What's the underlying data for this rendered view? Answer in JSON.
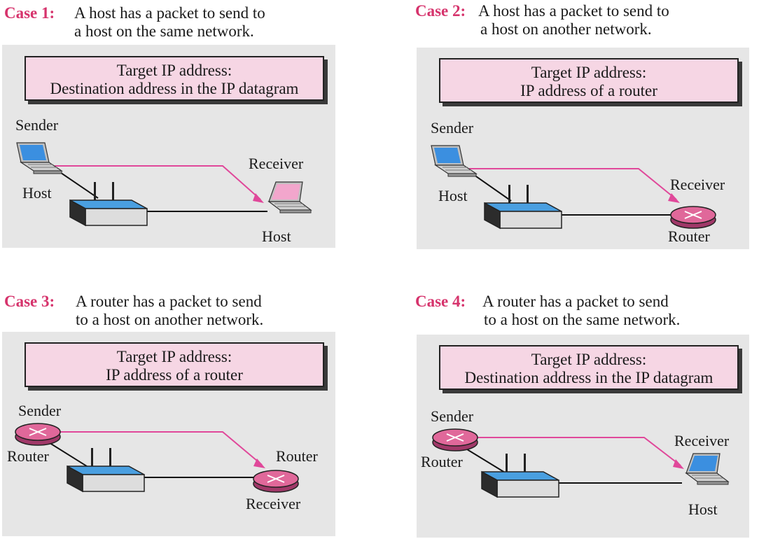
{
  "colors": {
    "panel": "#e6e6e6",
    "target_box": "#f6d6e4",
    "case_label": "#d6336c",
    "arrow": "#e0489a",
    "router": "#e0689a",
    "switch_top": "#4a9fe0",
    "laptop_screen_blue": "#3b8fe0",
    "laptop_screen_pink": "#f2a6cc"
  },
  "cases": [
    {
      "label": "Case 1:",
      "description_line1": "A host has a packet to send to",
      "description_line2": "a host on the same network.",
      "target_title": "Target IP address:",
      "target_value": "Destination address in the IP datagram",
      "sender_label": "Sender",
      "sender_device_label": "Host",
      "sender_icon": "laptop-icon",
      "receiver_label": "Receiver",
      "receiver_device_label": "Host",
      "receiver_icon": "laptop-icon"
    },
    {
      "label": "Case 2:",
      "description_line1": "A host has a packet to send to",
      "description_line2": "a host on another network.",
      "target_title": "Target IP address:",
      "target_value": "IP address of a router",
      "sender_label": "Sender",
      "sender_device_label": "Host",
      "sender_icon": "laptop-icon",
      "receiver_label": "Receiver",
      "receiver_device_label": "Router",
      "receiver_icon": "router-icon"
    },
    {
      "label": "Case 3:",
      "description_line1": "A router has a packet to send",
      "description_line2": "to a host on another network.",
      "target_title": "Target IP address:",
      "target_value": "IP address of a router",
      "sender_label": "Sender",
      "sender_device_label": "Router",
      "sender_icon": "router-icon",
      "receiver_label": "Receiver",
      "receiver_device_label": "Router",
      "receiver_icon": "router-icon"
    },
    {
      "label": "Case 4:",
      "description_line1": "A router has a packet to send",
      "description_line2": "to a host on the same network.",
      "target_title": "Target IP address:",
      "target_value": "Destination address in the IP datagram",
      "sender_label": "Sender",
      "sender_device_label": "Router",
      "sender_icon": "router-icon",
      "receiver_label": "Receiver",
      "receiver_device_label": "Host",
      "receiver_icon": "laptop-icon"
    }
  ]
}
